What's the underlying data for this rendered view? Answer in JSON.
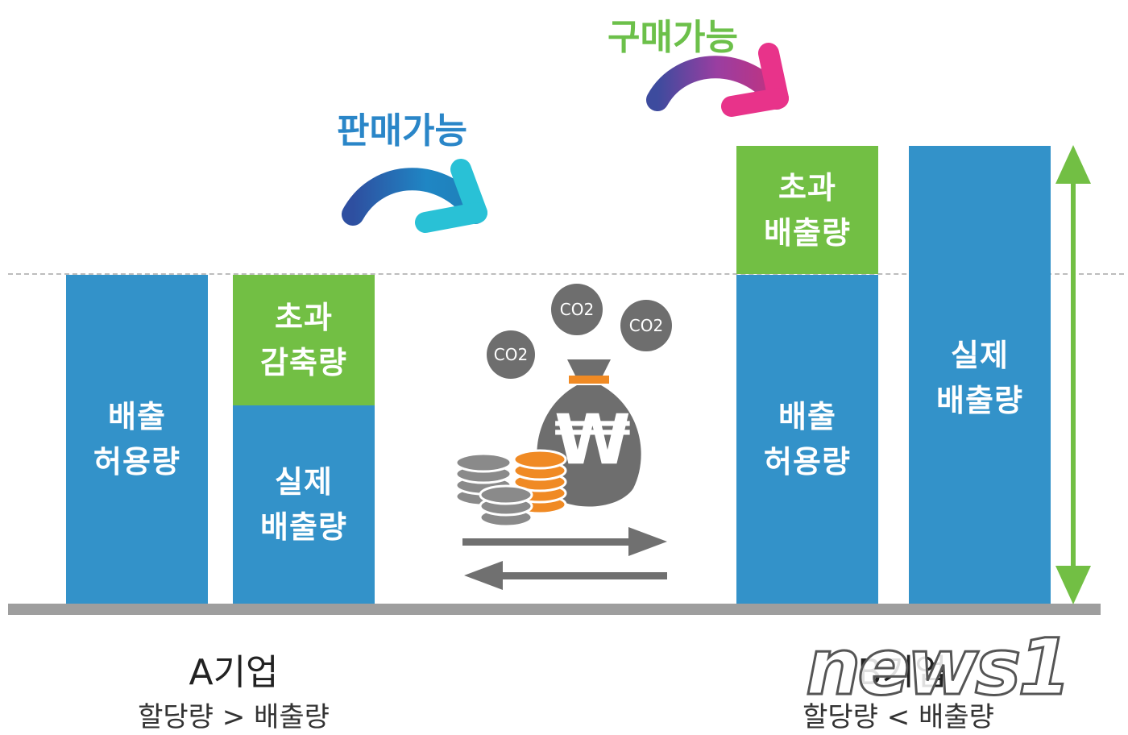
{
  "labels": {
    "sell_possible": "판매가능",
    "buy_possible": "구매가능",
    "excess_reduction": "초과\n감축량",
    "excess_emission": "초과\n배출량",
    "emission_allowance": "배출\n허용량",
    "actual_emission": "실제\n배출량",
    "co2": "CO2",
    "won": "₩"
  },
  "company_a": {
    "name": "A기업",
    "relation": "할당량 > 배출량"
  },
  "company_b": {
    "name": "B기업",
    "relation": "할당량 < 배출량"
  },
  "watermark": "news1",
  "colors": {
    "bar_blue": "#3392c9",
    "bar_green": "#72bf44",
    "sell_text": "#2a86c8",
    "buy_text": "#6cc04a",
    "ground": "#9e9e9e",
    "range_arrow": "#72bf44"
  }
}
